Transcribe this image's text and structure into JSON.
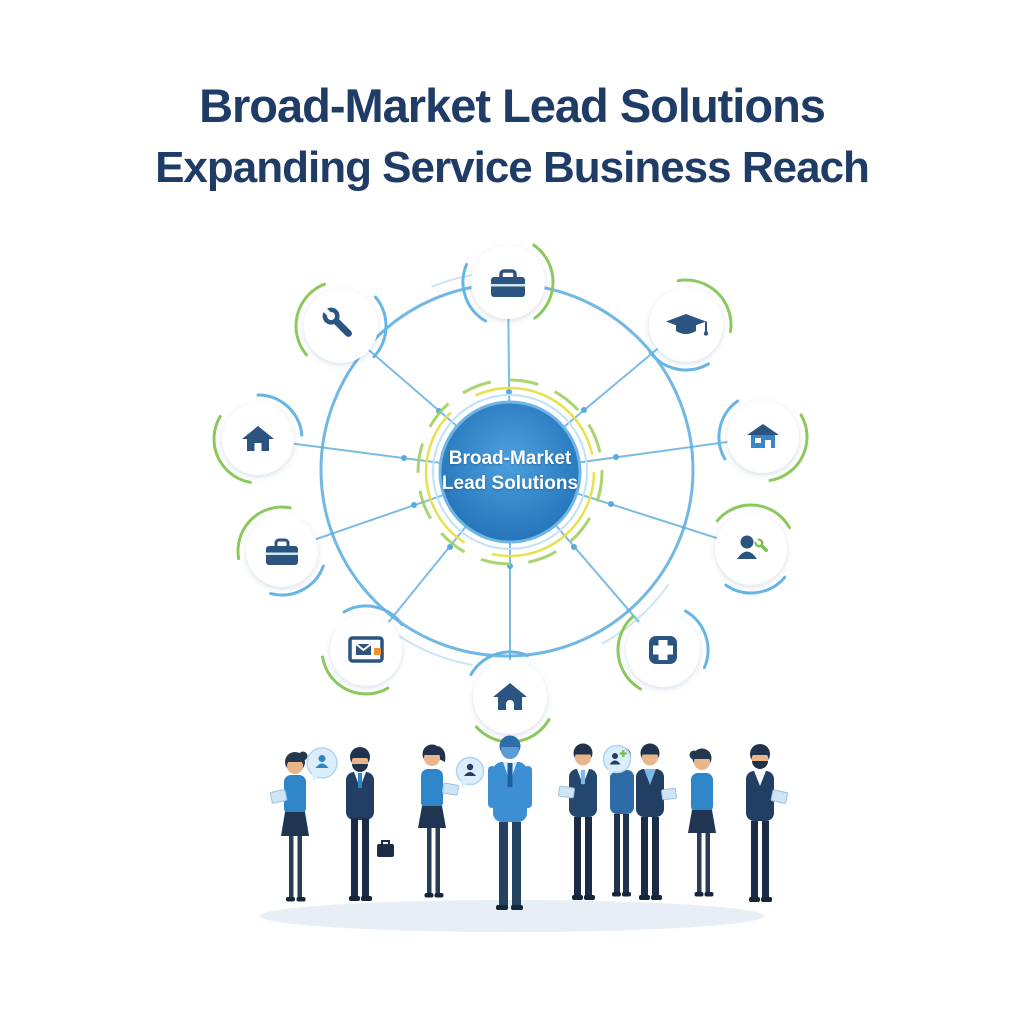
{
  "header": {
    "title": "Broad-Market Lead Solutions",
    "subtitle": "Expanding Service Business Reach",
    "text_color": "#1e3c66"
  },
  "hub": {
    "label_line1": "Broad-Market",
    "label_line2": "Lead Solutions",
    "fill_center": "#4da0dd",
    "fill_edge": "#1e6db4",
    "ring_yellow": "#e6e14d",
    "ring_green": "#9ed05e"
  },
  "network": {
    "outer_ring_color": "#58abdf",
    "spoke_color": "#7cbbe4",
    "node_arc_green": "#8cc95d",
    "node_arc_blue": "#66b5e6",
    "icon_color": "#2b5480",
    "nodes": [
      {
        "id": "briefcase-top",
        "icon": "briefcase-icon",
        "position": "top"
      },
      {
        "id": "wrench",
        "icon": "wrench-icon",
        "position": "upper-left"
      },
      {
        "id": "graduation-cap",
        "icon": "graduation-cap-icon",
        "position": "upper-right"
      },
      {
        "id": "home-left",
        "icon": "home-icon",
        "position": "left"
      },
      {
        "id": "house-right",
        "icon": "house-icon",
        "position": "right"
      },
      {
        "id": "briefcase-lower",
        "icon": "briefcase-icon",
        "position": "lower-left"
      },
      {
        "id": "technician",
        "icon": "person-wrench-icon",
        "position": "lower-right"
      },
      {
        "id": "mail-monitor",
        "icon": "monitor-mail-icon",
        "position": "bottom-left"
      },
      {
        "id": "medical",
        "icon": "medical-cross-icon",
        "position": "bottom-right"
      },
      {
        "id": "home-bottom",
        "icon": "home-icon",
        "position": "bottom"
      }
    ]
  },
  "people": {
    "ground_color": "#e7eef5",
    "suit_colors": [
      "#223f63",
      "#2e86c9",
      "#3d8fd4",
      "#24476e"
    ],
    "speech_bubble_color": "#dceefb"
  }
}
